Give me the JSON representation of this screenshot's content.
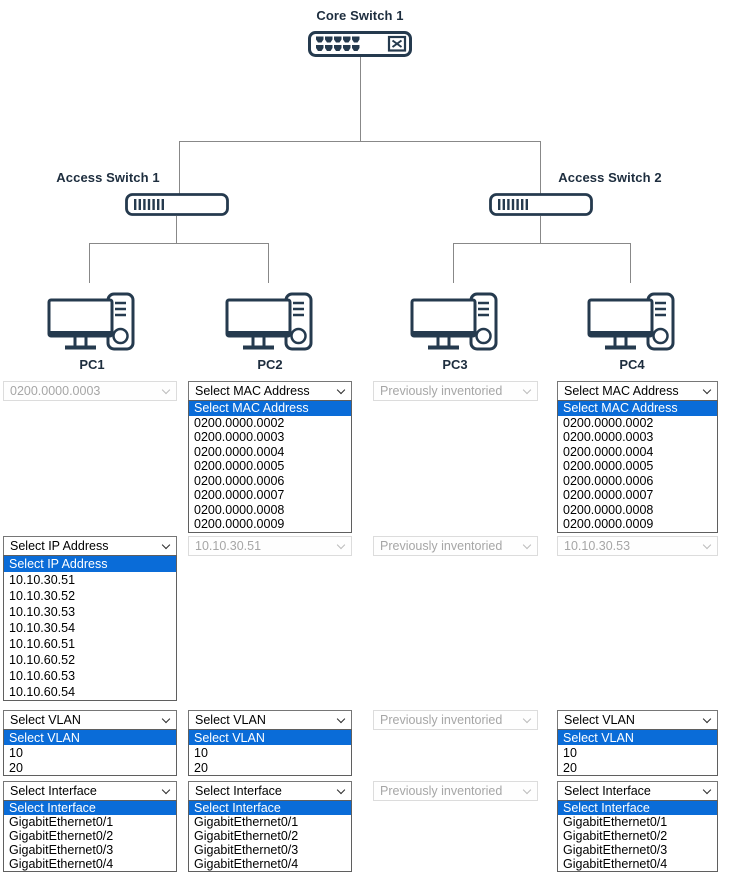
{
  "colors": {
    "highlight_blue": "#0a6cd8",
    "icon_navy": "#253a4e",
    "line_gray": "#888888",
    "disabled_text": "#a6a6a6"
  },
  "topology": {
    "core_switch_label": "Core Switch 1",
    "access_switch_1_label": "Access Switch 1",
    "access_switch_2_label": "Access Switch 2"
  },
  "columns": [
    {
      "pc": "PC1",
      "mac": {
        "state": "disabled",
        "value": "0200.0000.0003"
      },
      "ip": {
        "state": "open",
        "value": "Select IP Address",
        "options": [
          "10.10.30.51",
          "10.10.30.52",
          "10.10.30.53",
          "10.10.30.54",
          "10.10.60.51",
          "10.10.60.52",
          "10.10.60.53",
          "10.10.60.54"
        ]
      },
      "vlan": {
        "state": "open",
        "value": "Select VLAN",
        "options": [
          "10",
          "20"
        ]
      },
      "iface": {
        "state": "open",
        "value": "Select Interface",
        "options": [
          "GigabitEthernet0/1",
          "GigabitEthernet0/2",
          "GigabitEthernet0/3",
          "GigabitEthernet0/4"
        ]
      }
    },
    {
      "pc": "PC2",
      "mac": {
        "state": "open",
        "value": "Select MAC Address",
        "options": [
          "0200.0000.0002",
          "0200.0000.0003",
          "0200.0000.0004",
          "0200.0000.0005",
          "0200.0000.0006",
          "0200.0000.0007",
          "0200.0000.0008",
          "0200.0000.0009"
        ]
      },
      "ip": {
        "state": "disabled",
        "value": "10.10.30.51"
      },
      "vlan": {
        "state": "open",
        "value": "Select VLAN",
        "options": [
          "10",
          "20"
        ]
      },
      "iface": {
        "state": "open",
        "value": "Select Interface",
        "options": [
          "GigabitEthernet0/1",
          "GigabitEthernet0/2",
          "GigabitEthernet0/3",
          "GigabitEthernet0/4"
        ]
      }
    },
    {
      "pc": "PC3",
      "mac": {
        "state": "disabled",
        "value": "Previously inventoried"
      },
      "ip": {
        "state": "disabled",
        "value": "Previously inventoried"
      },
      "vlan": {
        "state": "disabled",
        "value": "Previously inventoried"
      },
      "iface": {
        "state": "disabled",
        "value": "Previously inventoried"
      }
    },
    {
      "pc": "PC4",
      "mac": {
        "state": "open",
        "value": "Select MAC Address",
        "options": [
          "0200.0000.0002",
          "0200.0000.0003",
          "0200.0000.0004",
          "0200.0000.0005",
          "0200.0000.0006",
          "0200.0000.0007",
          "0200.0000.0008",
          "0200.0000.0009"
        ]
      },
      "ip": {
        "state": "disabled",
        "value": "10.10.30.53"
      },
      "vlan": {
        "state": "open",
        "value": "Select VLAN",
        "options": [
          "10",
          "20"
        ]
      },
      "iface": {
        "state": "open",
        "value": "Select Interface",
        "options": [
          "GigabitEthernet0/1",
          "GigabitEthernet0/2",
          "GigabitEthernet0/3",
          "GigabitEthernet0/4"
        ]
      }
    }
  ]
}
